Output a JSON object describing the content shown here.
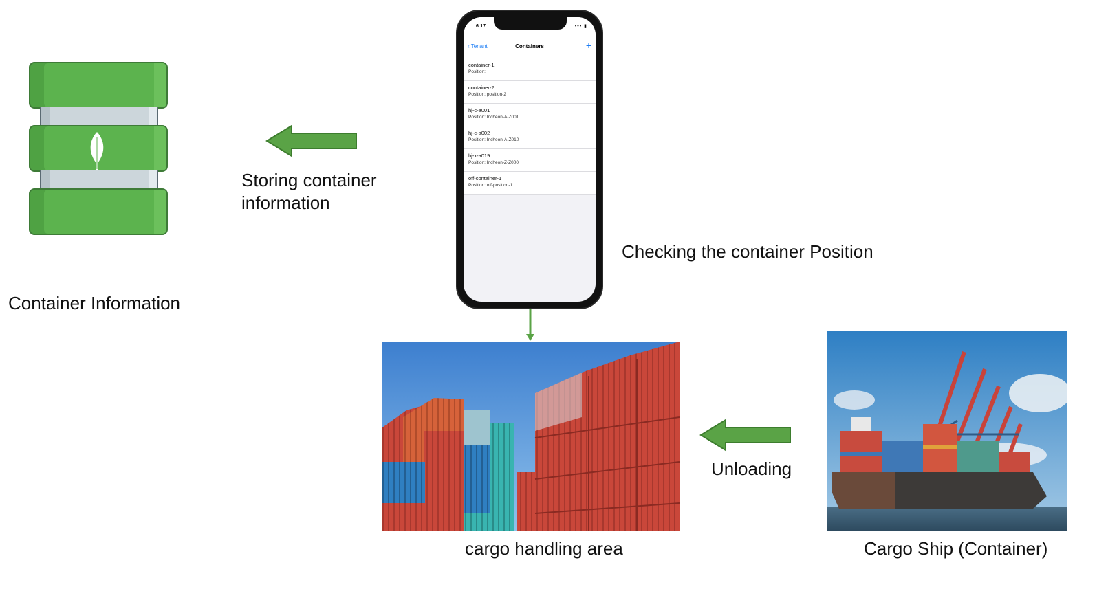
{
  "labels": {
    "container_information": "Container Information",
    "storing": "Storing container\ninformation",
    "checking_position": "Checking the container Position",
    "cargo_handling_area": "cargo handling area",
    "unloading": "Unloading",
    "cargo_ship": "Cargo Ship (Container)"
  },
  "phone": {
    "time": "6:17",
    "back_label": "Tenant",
    "title": "Containers",
    "add_label": "+",
    "rows": [
      {
        "name": "container-1",
        "position": "Position:"
      },
      {
        "name": "container-2",
        "position": "Position: position-2"
      },
      {
        "name": "hj-c-a001",
        "position": "Position: Incheon-A-Z001"
      },
      {
        "name": "hj-c-a002",
        "position": "Position: Incheon-A-Z010"
      },
      {
        "name": "hj-x-a019",
        "position": "Position: Incheon-Z-Z000"
      },
      {
        "name": "off-container-1",
        "position": "Position: off-position-1"
      }
    ]
  },
  "colors": {
    "arrow_green": "#5aa346",
    "db_green": "#5cb34e",
    "ios_blue": "#1a7cf5"
  },
  "icons": [
    "database-icon",
    "leaf-icon",
    "left-arrow-icon",
    "down-arrow-icon"
  ]
}
